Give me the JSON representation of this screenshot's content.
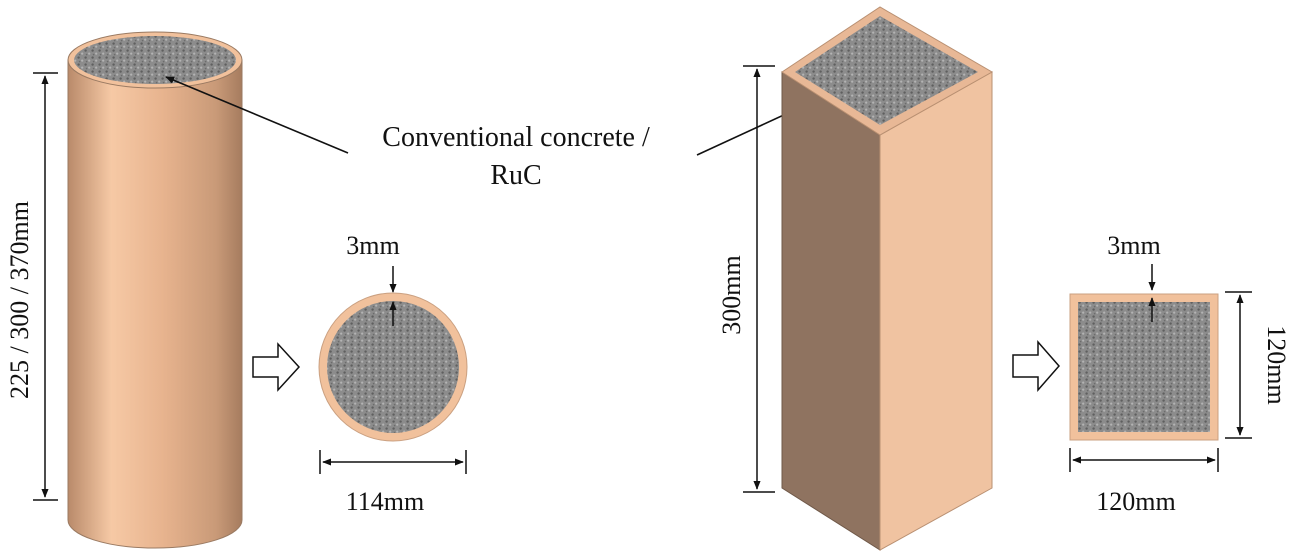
{
  "labels": {
    "material_line1": "Conventional concrete /",
    "material_line2": "RuC",
    "cyl_height": "225 / 300 / 370mm",
    "cyl_tube_thickness": "3mm",
    "cyl_diameter": "114mm",
    "prism_height": "300mm",
    "prism_tube_thickness": "3mm",
    "prism_section_height": "120mm",
    "prism_section_width": "120mm"
  },
  "colors": {
    "tube": "#f1c19c",
    "tube_dark": "#8f7360",
    "tube_top_face": "#e8b896",
    "concrete": "#8a8a8a",
    "concrete_dark": "#5e5e5e",
    "ink": "#111111"
  }
}
